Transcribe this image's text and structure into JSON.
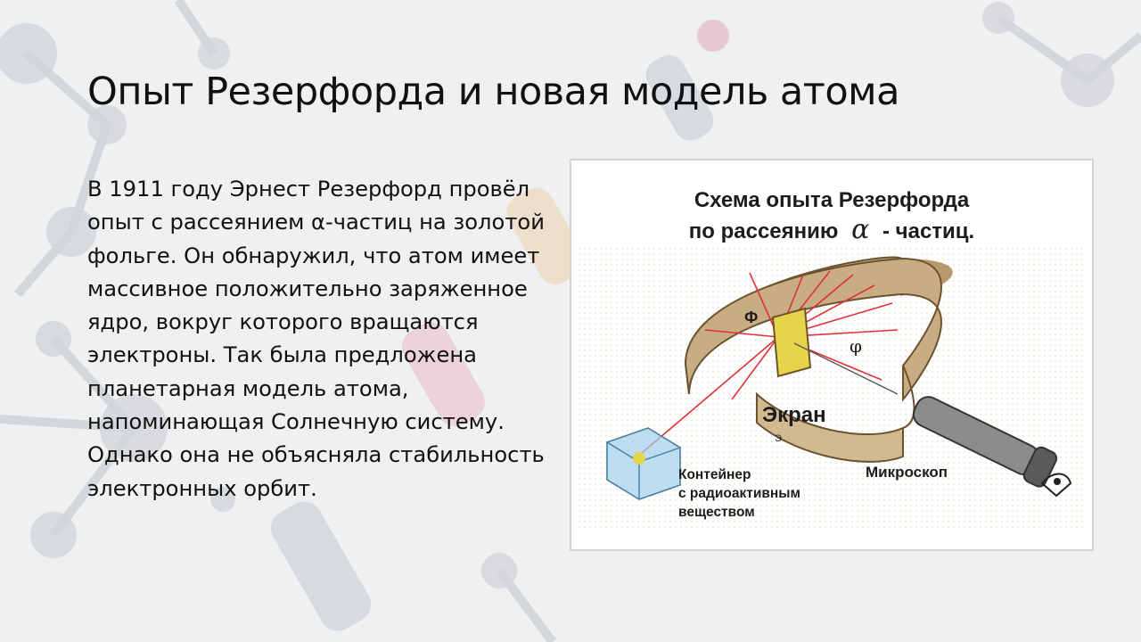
{
  "slide": {
    "title": "Опыт Резерфорда и новая модель атома",
    "body": "В 1911 году Эрнест Резерфорд провёл опыт с рассеянием α-частиц на золотой фольге. Он обнаружил, что атом имеет массивное положительно заряженное ядро, вокруг которого вращаются электроны. Так была предложена планетарная модель атома, напоминающая Солнечную систему. Однако она не объясняла стабильность электронных орбит."
  },
  "figure": {
    "title_line1": "Схема опыта Резерфорда",
    "title_line2_prefix": "по рассеянию",
    "title_line2_alpha": "α",
    "title_line2_suffix": "- частиц.",
    "label_foil_left": "Ф",
    "label_foil_right": "φ",
    "label_screen": "Экран",
    "label_e": "Э",
    "label_container_line1": "Контейнер",
    "label_container_line2": "с радиоактивным",
    "label_container_line3": "веществом",
    "label_microscope": "Микроскоп"
  },
  "colors": {
    "ring_fill": "#c8ad83",
    "ring_dark": "#7a5f3c",
    "ray": "#e0303a",
    "foil": "#e8d44a",
    "container": "#9fd0ea"
  }
}
